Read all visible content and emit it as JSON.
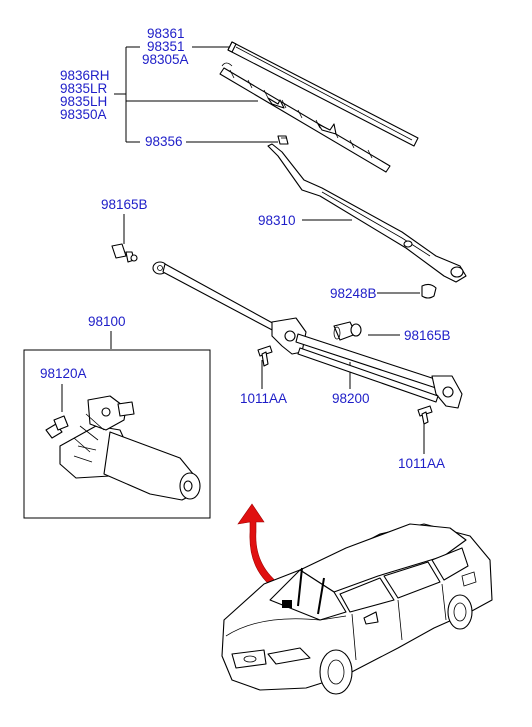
{
  "labels": {
    "blade_group": [
      "98361",
      "98351",
      "98305A"
    ],
    "insert_group": [
      "9836RH",
      "9835LR",
      "9835LH",
      "98350A"
    ],
    "clip": "98356",
    "cap_left": "98165B",
    "arm": "98310",
    "nut_cap": "98248B",
    "motor_assy": "98100",
    "cap_right": "98165B",
    "motor_cap": "98120A",
    "bolt_left": "1011AA",
    "linkage": "98200",
    "bolt_right": "1011AA"
  },
  "colors": {
    "label": "#1e1ec8",
    "arrow": "#e01010",
    "line": "#000000"
  }
}
